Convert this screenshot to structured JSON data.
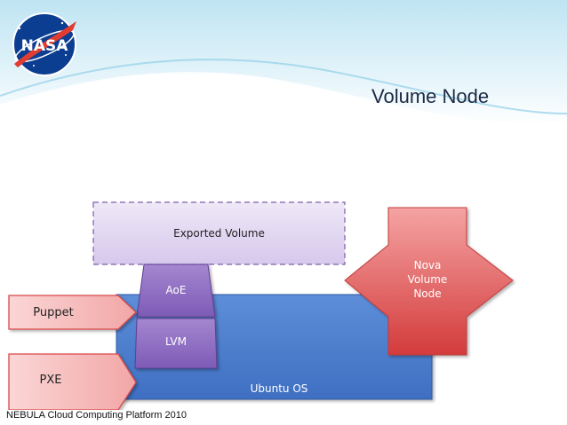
{
  "title": "Volume Node",
  "footer": "NEBULA Cloud Computing Platform 2010",
  "logo_text": "NASA",
  "colors": {
    "ubuntu": "#4f7fd0",
    "exported": "#dcd0ee",
    "purple": "#8e6cc2",
    "pink": "#f4b1b1",
    "red": "#d94a4a"
  },
  "blocks": {
    "exported_volume": "Exported Volume",
    "aoe": "AoE",
    "lvm": "LVM",
    "ubuntu_os": "Ubuntu OS",
    "puppet": "Puppet",
    "pxe": "PXE",
    "nova": [
      "Nova",
      "Volume",
      "Node"
    ]
  }
}
